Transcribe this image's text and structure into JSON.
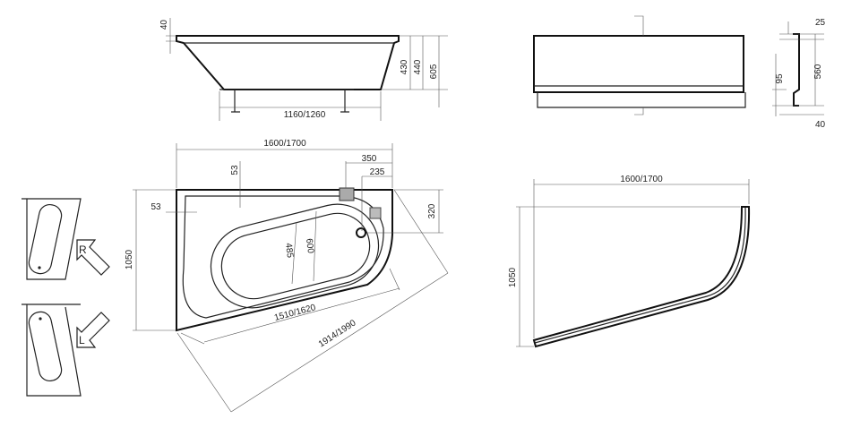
{
  "side_view": {
    "rim_height": "40",
    "depth_inner": "430",
    "depth_outer": "440",
    "total_height": "605",
    "leg_span": "1160/1260"
  },
  "plan_view": {
    "length": "1600/1700",
    "width": "1050",
    "wall_top": "53",
    "wall_left": "53",
    "drain_x": "350",
    "drain_x2": "235",
    "drain_y": "320",
    "inner_width": "485",
    "outer_width": "600",
    "inner_length": "1510/1620",
    "diagonal": "1914/1990"
  },
  "orientation": {
    "right_label": "R",
    "left_label": "L"
  },
  "panel_front": {
    "panel_height": "560",
    "top_flange": "25",
    "foot_height": "95",
    "bottom_offset": "40"
  },
  "panel_plan": {
    "length": "1600/1700",
    "depth": "1050"
  }
}
